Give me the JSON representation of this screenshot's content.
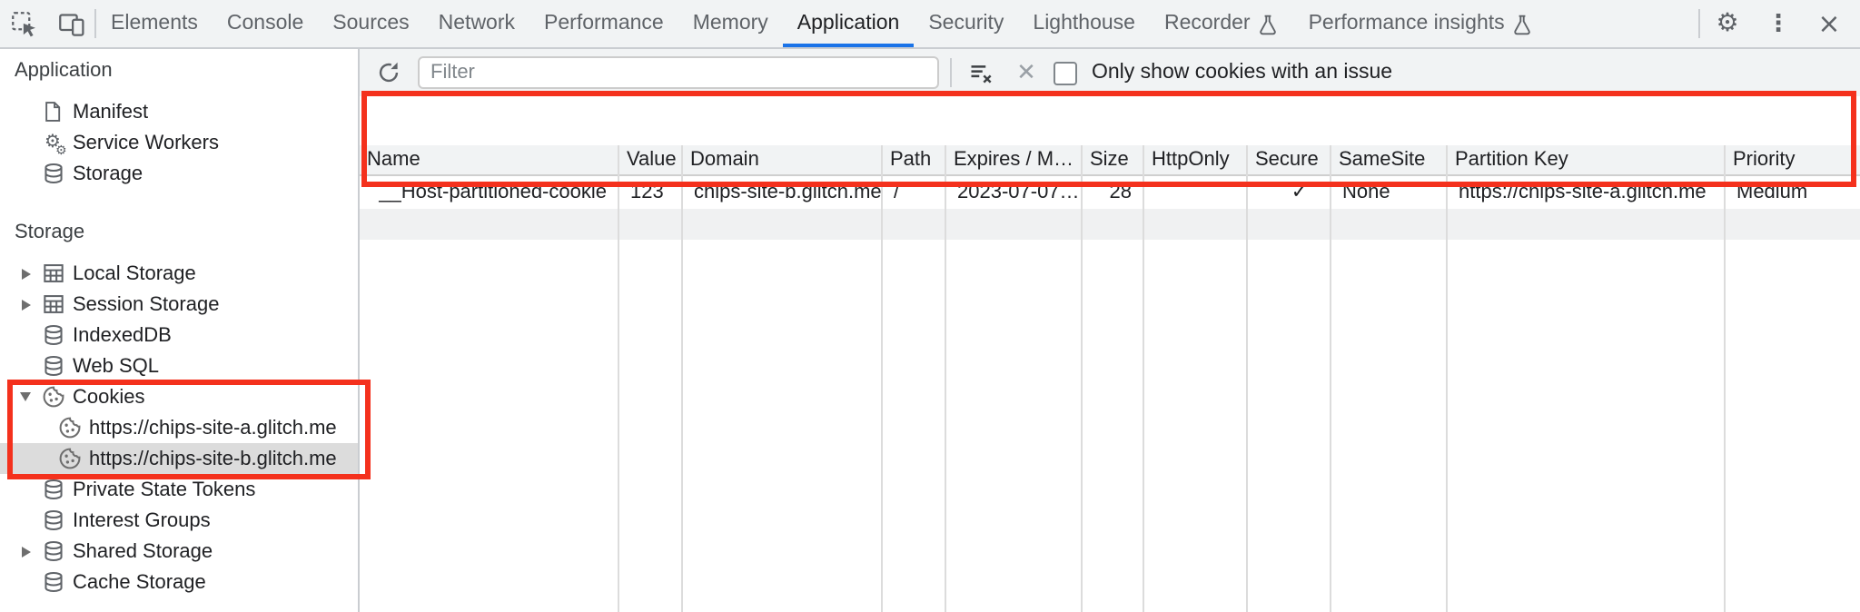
{
  "colors": {
    "accent_blue": "#1a73e8",
    "highlight_red": "#f4311d",
    "selected_item_bg": "#dcdcdc",
    "toolbar_bg": "#f1f3f4"
  },
  "topbar": {
    "left_icons": [
      "inspect-cursor-icon",
      "toggle-device-toolbar-icon"
    ],
    "tabs": [
      {
        "label": "Elements"
      },
      {
        "label": "Console"
      },
      {
        "label": "Sources"
      },
      {
        "label": "Network"
      },
      {
        "label": "Performance"
      },
      {
        "label": "Memory"
      },
      {
        "label": "Application",
        "selected": true
      },
      {
        "label": "Security"
      },
      {
        "label": "Lighthouse"
      },
      {
        "label": "Recorder",
        "flask": true
      },
      {
        "label": "Performance insights",
        "flask": true
      }
    ],
    "right_icons": [
      "settings-gear-icon",
      "more-options-icon",
      "close-icon"
    ]
  },
  "sidebar": {
    "sections": [
      {
        "title": "Application",
        "items": [
          {
            "label": "Manifest",
            "icon": "manifest-file"
          },
          {
            "label": "Service Workers",
            "icon": "service-workers-gears"
          },
          {
            "label": "Storage",
            "icon": "database"
          }
        ]
      },
      {
        "title": "Storage",
        "items": [
          {
            "label": "Local Storage",
            "icon": "table",
            "expander": "collapsed"
          },
          {
            "label": "Session Storage",
            "icon": "table",
            "expander": "collapsed"
          },
          {
            "label": "IndexedDB",
            "icon": "database"
          },
          {
            "label": "Web SQL",
            "icon": "database"
          },
          {
            "label": "Cookies",
            "icon": "cookie",
            "expander": "expanded",
            "highlighted": true
          },
          {
            "label": "https://chips-site-a.glitch.me",
            "icon": "cookie",
            "child": true,
            "highlighted": true
          },
          {
            "label": "https://chips-site-b.glitch.me",
            "icon": "cookie",
            "child": true,
            "selected": true,
            "highlighted": true
          },
          {
            "label": "Private State Tokens",
            "icon": "database"
          },
          {
            "label": "Interest Groups",
            "icon": "database"
          },
          {
            "label": "Shared Storage",
            "icon": "database",
            "expander": "collapsed"
          },
          {
            "label": "Cache Storage",
            "icon": "database"
          }
        ]
      }
    ]
  },
  "cookie_panel": {
    "toolbar": {
      "reload_icon": "reload-icon",
      "filter_placeholder": "Filter",
      "filter_value": "",
      "clear_filter_icon": "clear-filter-icon",
      "clear_icon": "clear-icon",
      "checkbox": {
        "checked": false,
        "label": "Only show cookies with an issue"
      }
    },
    "table": {
      "columns": [
        "Name",
        "Value",
        "Domain",
        "Path",
        "Expires / M…",
        "Size",
        "HttpOnly",
        "Secure",
        "SameSite",
        "Partition Key",
        "Priority"
      ],
      "rows": [
        {
          "name": "__Host-partitioned-cookie",
          "value": "123",
          "domain": "chips-site-b.glitch.me",
          "path": "/",
          "expires": "2023-07-07…",
          "size": "28",
          "http_only": "",
          "secure": "✓",
          "same_site": "None",
          "partition_key": "https://chips-site-a.glitch.me",
          "priority": "Medium"
        }
      ]
    }
  }
}
